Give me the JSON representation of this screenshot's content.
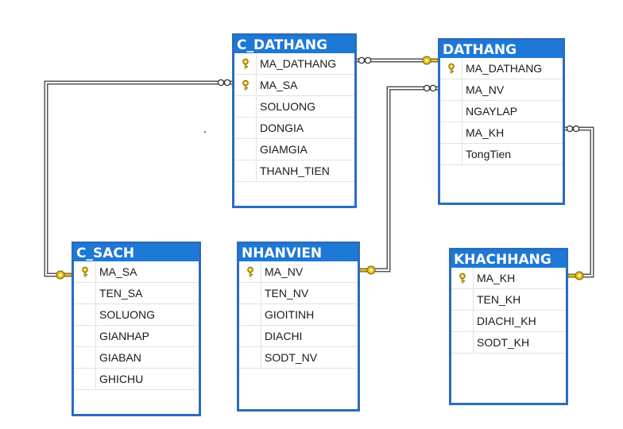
{
  "tables": [
    {
      "id": "c_dathang",
      "title": "C_DATHANG",
      "columns": [
        {
          "name": "MA_DATHANG",
          "pk": true
        },
        {
          "name": "MA_SA",
          "pk": true
        },
        {
          "name": "SOLUONG",
          "pk": false
        },
        {
          "name": "DONGIA",
          "pk": false
        },
        {
          "name": "GIAMGIA",
          "pk": false
        },
        {
          "name": "THANH_TIEN",
          "pk": false
        }
      ]
    },
    {
      "id": "dathang",
      "title": "DATHANG",
      "columns": [
        {
          "name": "MA_DATHANG",
          "pk": true
        },
        {
          "name": "MA_NV",
          "pk": false
        },
        {
          "name": "NGAYLAP",
          "pk": false
        },
        {
          "name": "MA_KH",
          "pk": false
        },
        {
          "name": "TongTien",
          "pk": false
        }
      ]
    },
    {
      "id": "c_sach",
      "title": "C_SACH",
      "columns": [
        {
          "name": "MA_SA",
          "pk": true
        },
        {
          "name": "TEN_SA",
          "pk": false
        },
        {
          "name": "SOLUONG",
          "pk": false
        },
        {
          "name": "GIANHAP",
          "pk": false
        },
        {
          "name": "GIABAN",
          "pk": false
        },
        {
          "name": "GHICHU",
          "pk": false
        }
      ]
    },
    {
      "id": "nhanvien",
      "title": "NHANVIEN",
      "columns": [
        {
          "name": "MA_NV",
          "pk": true
        },
        {
          "name": "TEN_NV",
          "pk": false
        },
        {
          "name": "GIOITINH",
          "pk": false
        },
        {
          "name": "DIACHI",
          "pk": false
        },
        {
          "name": "SODT_NV",
          "pk": false
        }
      ]
    },
    {
      "id": "khachhang",
      "title": "KHACHHANG",
      "columns": [
        {
          "name": "MA_KH",
          "pk": true
        },
        {
          "name": "TEN_KH",
          "pk": false
        },
        {
          "name": "DIACHI_KH",
          "pk": false
        },
        {
          "name": "SODT_KH",
          "pk": false
        }
      ]
    }
  ],
  "relationships": [
    {
      "id": "rel-cdathang-dathang",
      "one": "dathang",
      "many": "c_dathang"
    },
    {
      "id": "rel-cdathang-csach",
      "one": "c_sach",
      "many": "c_dathang"
    },
    {
      "id": "rel-dathang-nhanvien",
      "one": "nhanvien",
      "many": "dathang"
    },
    {
      "id": "rel-dathang-khachhang",
      "one": "khachhang",
      "many": "dathang"
    }
  ],
  "colors": {
    "header": "#1d78d6",
    "border": "#2b6cbf",
    "key": "#e8c21a",
    "line": "#555555"
  },
  "icons": {
    "primary_key": "key-icon",
    "many_end": "infinity-icon",
    "one_end": "key-icon"
  }
}
